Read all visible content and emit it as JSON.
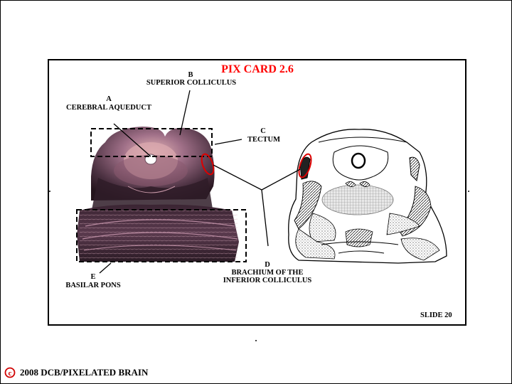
{
  "card": {
    "title": "PIX CARD 2.6",
    "slide_label": "SLIDE 20"
  },
  "labels": {
    "a_letter": "A",
    "a_text": "CEREBRAL AQUEDUCT",
    "b_letter": "B",
    "b_text": "SUPERIOR COLLICULUS",
    "c_letter": "C",
    "c_text": "TECTUM",
    "d_letter": "D",
    "d_text_line1": "BRACHIUM OF THE",
    "d_text_line2": "INFERIOR COLLICULUS",
    "e_letter": "E",
    "e_text": "BASILAR PONS"
  },
  "footer": {
    "copyright_icon": "copyright-icon",
    "text": "2008  DCB/PIXELATED BRAIN"
  },
  "colors": {
    "title": "#ff0000",
    "highlight_ring": "#dd0000",
    "tissue_dark": "#2a1a22",
    "tissue_mid": "#6e4a62",
    "tissue_light": "#c89aa8"
  }
}
